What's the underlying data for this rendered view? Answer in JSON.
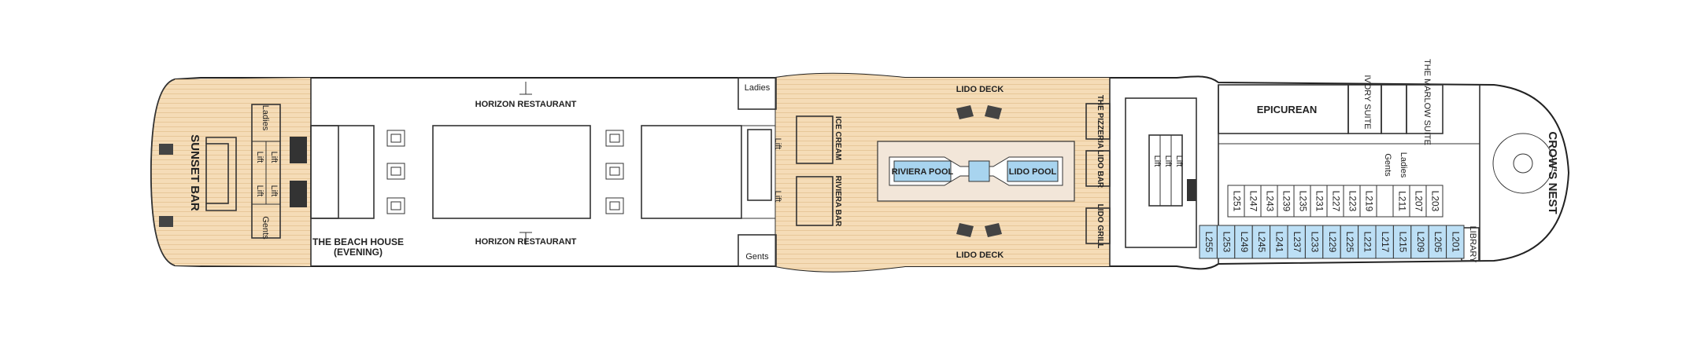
{
  "deck": {
    "sunset_bar": "SUNSET BAR",
    "beach_house_line1": "THE BEACH HOUSE",
    "beach_house_line2": "(EVENING)",
    "horizon_restaurant_top": "HORIZON RESTAURANT",
    "horizon_restaurant_bottom": "HORIZON RESTAURANT",
    "ladies": "Ladies",
    "gents": "Gents",
    "lift": "Lift",
    "ice_cream": "ICE CREAM",
    "riviera_bar": "RIVIERA BAR",
    "lido_deck_top": "LIDO DECK",
    "lido_deck_bottom": "LIDO DECK",
    "riviera_pool": "RIVIERA POOL",
    "lido_pool": "LIDO POOL",
    "the_pizzeria": "THE PIZZERIA",
    "lido_bar": "LIDO BAR",
    "lido_grill": "LIDO GRILL",
    "epicurean": "EPICUREAN",
    "ivory_suite": "IVORY SUITE",
    "marlow_suite": "THE MARLOW SUITE",
    "library": "LIBRARY",
    "crows_nest": "CROW'S NEST",
    "cabins_upper": [
      "L251",
      "L247",
      "L243",
      "L239",
      "L235",
      "L231",
      "L227",
      "L223",
      "L219",
      "",
      "L211",
      "L207",
      "L203"
    ],
    "cabins_lower": [
      "L255",
      "L253",
      "L249",
      "L245",
      "L241",
      "L237",
      "L233",
      "L229",
      "L225",
      "L221",
      "L217",
      "L215",
      "L209",
      "L205",
      "L201"
    ]
  },
  "colors": {
    "wood_deck": "#f5dcb7",
    "pool_water": "#a8d4ef",
    "pool_surround": "#f2e6d9",
    "cabin_blue": "#bcdff5",
    "outline": "#333333"
  }
}
